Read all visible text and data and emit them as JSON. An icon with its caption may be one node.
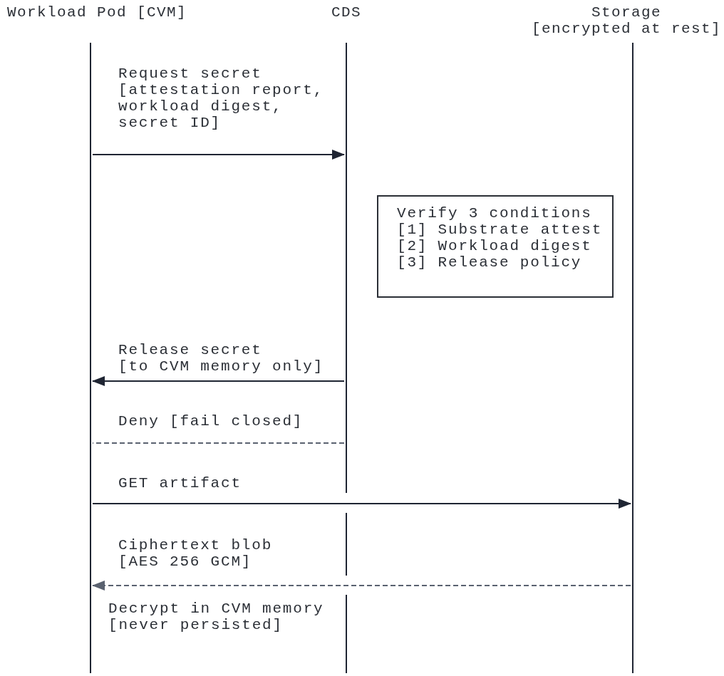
{
  "diagram": {
    "nodes": [
      {
        "text": [
          "Workload Pod [CVM]"
        ]
      },
      {
        "text": [
          "CDS"
        ]
      },
      {
        "text": [
          "Storage [encrypted at rest]"
        ]
      },
      {
        "text": [
          "Verify 3 conditions",
          "[1] Substrate attest",
          "[2] Workload digest",
          "[3] Release policy"
        ]
      }
    ],
    "edges": [
      {
        "from": 0,
        "to": 1,
        "arrow": "to",
        "label": "Request secret [attestation report, workload digest, secret ID]"
      },
      {
        "from": 1,
        "to": 0,
        "arrow": "to",
        "label": "Release secret [to CVM memory only]"
      },
      {
        "from": 1,
        "to": 0,
        "arrow": "none",
        "style": "dashed",
        "color": "#5a6270",
        "label": "Deny [fail closed]"
      },
      {
        "from": 0,
        "to": 2,
        "arrow": "to",
        "label": "GET artifact"
      },
      {
        "from": 2,
        "to": 0,
        "arrow": "to",
        "style": "dashed",
        "color": "#5a6270",
        "label": "Ciphertext blob [AES 256 GCM]"
      }
    ],
    "labels": [
      "Decrypt in CVM memory [never persisted]"
    ]
  }
}
